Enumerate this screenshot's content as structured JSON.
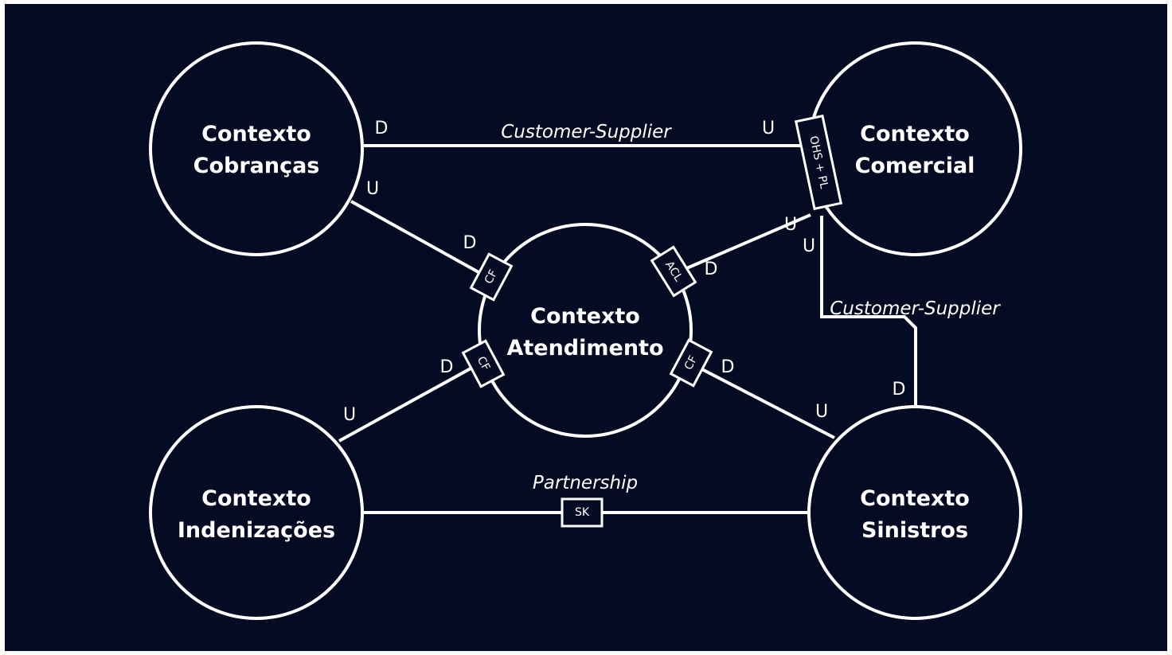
{
  "colors": {
    "background": "#050b22",
    "stroke": "#ffffff",
    "text": "#ffffff"
  },
  "nodes": {
    "cobrancas": {
      "line1": "Contexto",
      "line2": "Cobranças"
    },
    "comercial": {
      "line1": "Contexto",
      "line2": "Comercial"
    },
    "atendimento": {
      "line1": "Contexto",
      "line2": "Atendimento"
    },
    "indenizacoes": {
      "line1": "Contexto",
      "line2": "Indenizações"
    },
    "sinistros": {
      "line1": "Contexto",
      "line2": "Sinistros"
    }
  },
  "relationships": {
    "cobrancas_comercial": "Customer-Supplier",
    "comercial_sinistros": "Customer-Supplier",
    "indenizacoes_sinistros": "Partnership"
  },
  "patterns": {
    "ohs_pl": "OHS + PL",
    "acl": "ACL",
    "cf": "CF",
    "sk": "SK"
  },
  "roles": {
    "upstream": "U",
    "downstream": "D"
  }
}
